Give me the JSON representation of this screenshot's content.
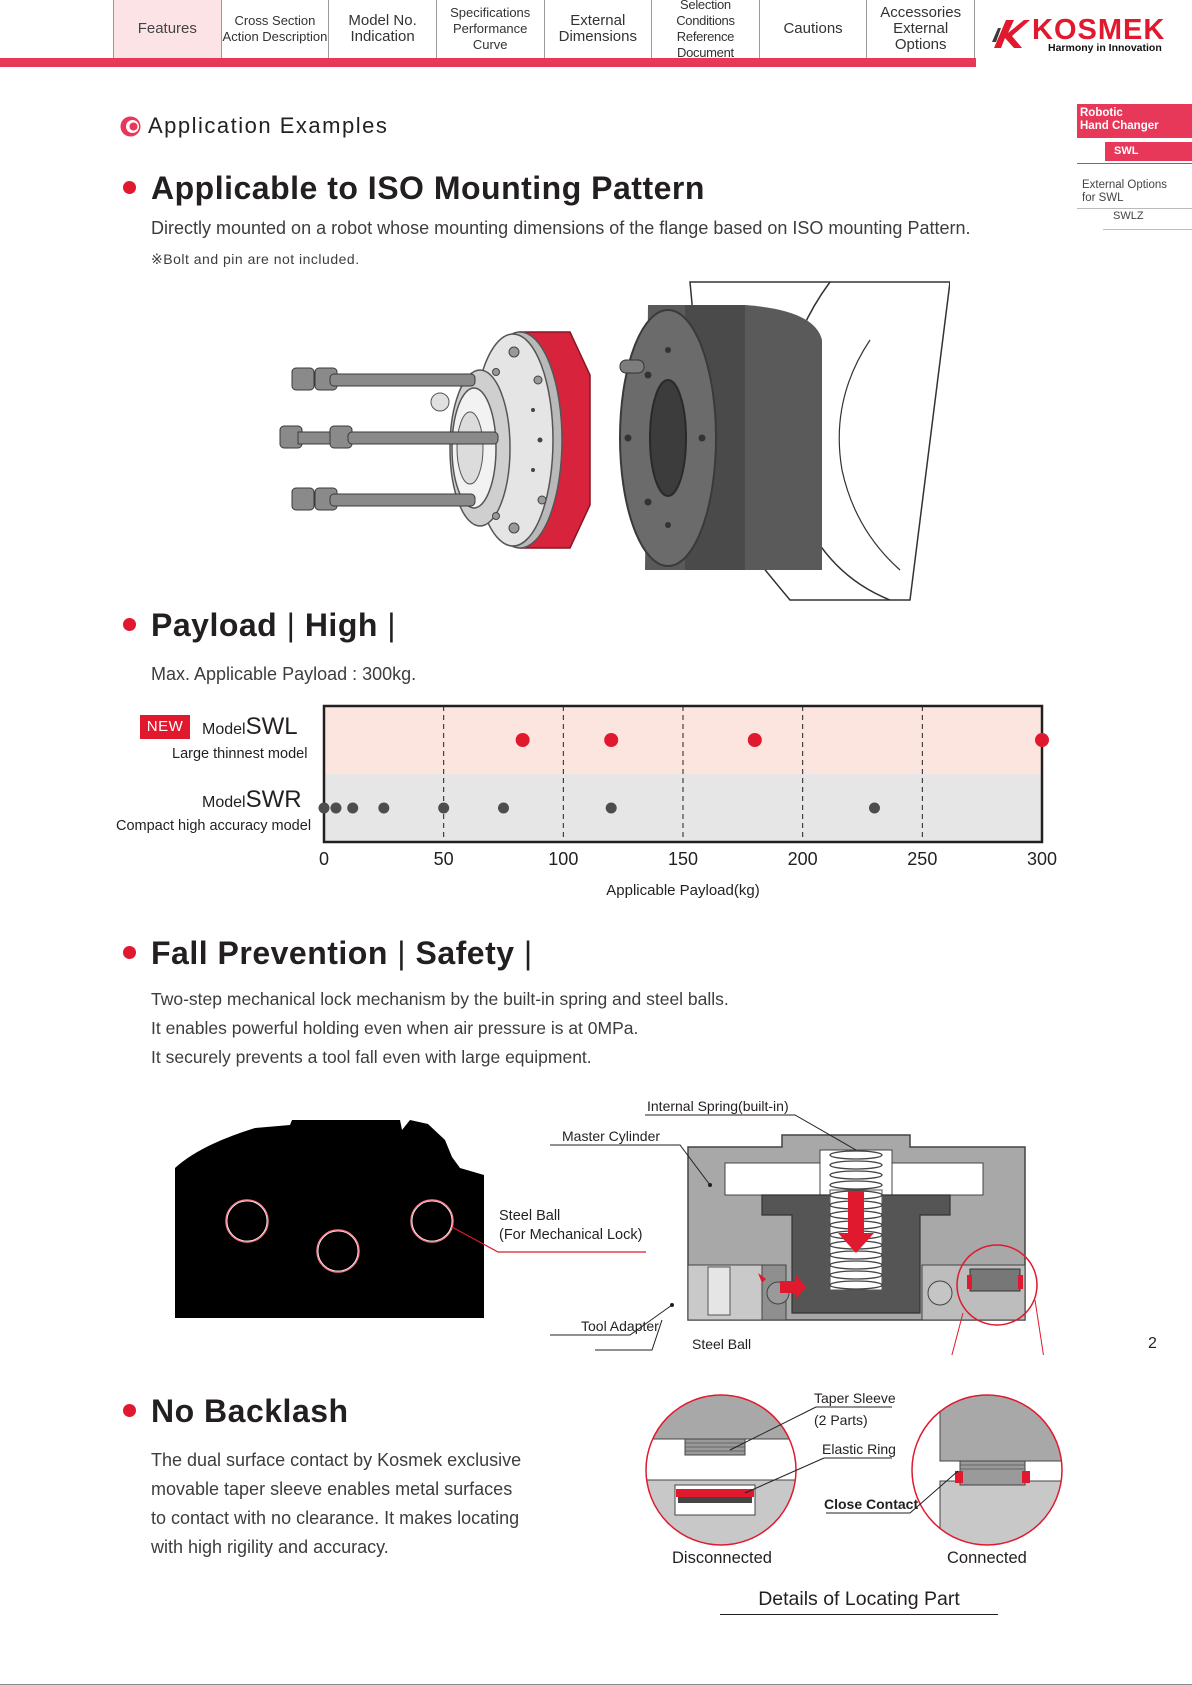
{
  "nav": {
    "tabs": [
      {
        "line1": "Features",
        "line2": ""
      },
      {
        "line1": "Cross Section",
        "line2": "Action Description"
      },
      {
        "line1": "Model No.",
        "line2": "Indication"
      },
      {
        "line1": "Specifications",
        "line2": "Performance Curve"
      },
      {
        "line1": "External",
        "line2": "Dimensions"
      },
      {
        "line1": "Selection Conditions",
        "line2": "Reference Document"
      },
      {
        "line1": "Cautions",
        "line2": ""
      },
      {
        "line1": "Accessories",
        "line2": "External Options"
      }
    ],
    "active_index": 0
  },
  "logo": {
    "word": "KOSMEK",
    "tagline": "Harmony in Innovation",
    "color": "#e0192e"
  },
  "sidebar": {
    "group1_line1": "Robotic",
    "group1_line2": "Hand Changer",
    "group1_code": "SWL",
    "group2_line1": "External Options",
    "group2_line2": "for SWL",
    "group2_code": "SWLZ"
  },
  "section_title": "Application Examples",
  "iso": {
    "heading": "Applicable to ISO Mounting Pattern",
    "body": "Directly mounted on a robot whose mounting dimensions of the flange based on ISO mounting Pattern.",
    "note": "※Bolt and pin are not included."
  },
  "payload": {
    "heading": "Payload",
    "heading_tag": "High",
    "body": "Max. Applicable Payload : 300kg.",
    "new_badge": "NEW",
    "swl_prefix": "Model",
    "swl_model": "SWL",
    "swl_desc": "Large thinnest model",
    "swr_prefix": "Model",
    "swr_model": "SWR",
    "swr_desc": "Compact high accuracy model"
  },
  "chart_data": {
    "type": "scatter",
    "title": "",
    "xlabel": "Applicable Payload(kg)",
    "ylabel": "",
    "xlim": [
      0,
      300
    ],
    "x_ticks": [
      0,
      50,
      100,
      150,
      200,
      250,
      300
    ],
    "grid": "dashed vertical",
    "series": [
      {
        "name": "SWL",
        "color": "#e0192e",
        "x": [
          83,
          120,
          180,
          300
        ]
      },
      {
        "name": "SWR",
        "color": "#4d4d4d",
        "x": [
          0,
          5,
          12,
          25,
          50,
          75,
          120,
          230
        ]
      }
    ]
  },
  "fall": {
    "heading": "Fall Prevention",
    "heading_tag": "Safety",
    "lines": [
      "Two-step mechanical lock mechanism by the built-in spring and steel balls.",
      "It enables powerful holding even when air pressure is at 0MPa.",
      "It securely prevents a tool fall even with large equipment."
    ],
    "ball_label_1": "Steel Ball",
    "ball_label_2": "(For Mechanical Lock)",
    "label_spring": "Internal Spring(built-in)",
    "label_master": "Master Cylinder",
    "label_tool": "Tool Adapter",
    "label_ball": "Steel Ball"
  },
  "backlash": {
    "heading": "No Backlash",
    "lines": [
      "The dual surface contact by Kosmek exclusive",
      "movable taper sleeve enables metal surfaces",
      "to contact with no clearance. It makes locating",
      "with high rigility and accuracy."
    ],
    "label_taper_1": "Taper Sleeve",
    "label_taper_2": "(2 Parts)",
    "label_elastic": "Elastic Ring",
    "label_contact": "Close Contact",
    "caption_left": "Disconnected",
    "caption_right": "Connected",
    "detail_title": "Details of Locating Part"
  },
  "page_number": "2"
}
